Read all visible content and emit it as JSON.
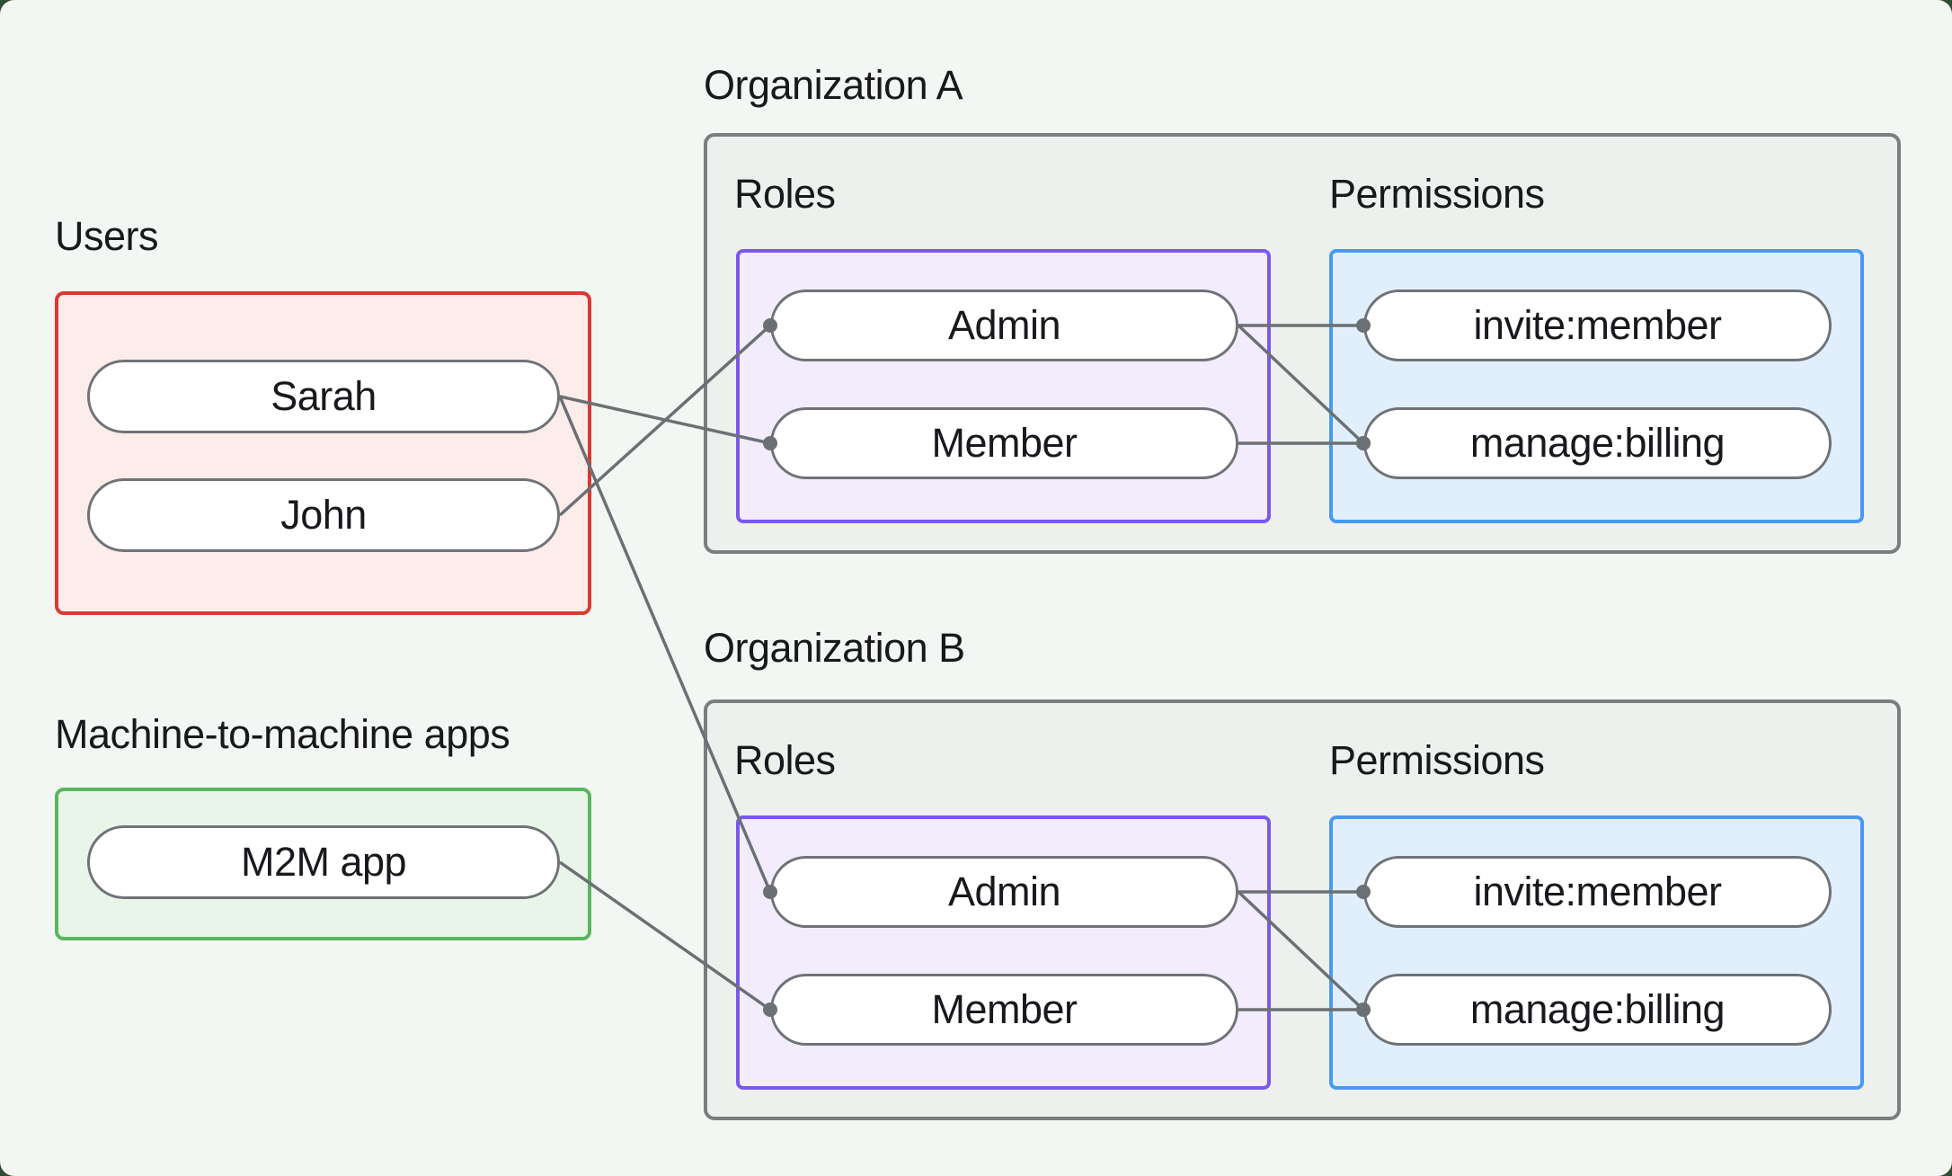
{
  "groups": {
    "users": {
      "label": "Users",
      "nodes": [
        {
          "id": "sarah",
          "label": "Sarah"
        },
        {
          "id": "john",
          "label": "John"
        }
      ]
    },
    "m2m": {
      "label": "Machine-to-machine apps",
      "nodes": [
        {
          "id": "m2m-app",
          "label": "M2M app"
        }
      ]
    },
    "orgA": {
      "title": "Organization A",
      "roles_label": "Roles",
      "permissions_label": "Permissions",
      "roles": [
        {
          "id": "orgA-admin",
          "label": "Admin"
        },
        {
          "id": "orgA-member",
          "label": "Member"
        }
      ],
      "permissions": [
        {
          "id": "orgA-invite-member",
          "label": "invite:member"
        },
        {
          "id": "orgA-manage-billing",
          "label": "manage:billing"
        }
      ]
    },
    "orgB": {
      "title": "Organization B",
      "roles_label": "Roles",
      "permissions_label": "Permissions",
      "roles": [
        {
          "id": "orgB-admin",
          "label": "Admin"
        },
        {
          "id": "orgB-member",
          "label": "Member"
        }
      ],
      "permissions": [
        {
          "id": "orgB-invite-member",
          "label": "invite:member"
        },
        {
          "id": "orgB-manage-billing",
          "label": "manage:billing"
        }
      ]
    }
  },
  "edges": [
    {
      "from": "sarah",
      "to": "orgA-member"
    },
    {
      "from": "john",
      "to": "orgA-admin"
    },
    {
      "from": "sarah",
      "to": "orgB-admin"
    },
    {
      "from": "m2m-app",
      "to": "orgB-member"
    },
    {
      "from": "orgA-admin",
      "to": "orgA-invite-member"
    },
    {
      "from": "orgA-admin",
      "to": "orgA-manage-billing"
    },
    {
      "from": "orgA-member",
      "to": "orgA-manage-billing"
    },
    {
      "from": "orgB-admin",
      "to": "orgB-invite-member"
    },
    {
      "from": "orgB-admin",
      "to": "orgB-manage-billing"
    },
    {
      "from": "orgB-member",
      "to": "orgB-manage-billing"
    }
  ],
  "colors": {
    "background": "#f4f6f3",
    "page_edge": "#2f4d36",
    "text": "#17191d",
    "org_border": "#7a7e81",
    "org_fill": "#eef0ed",
    "users_border": "#d93a31",
    "users_fill": "#fcecea",
    "m2m_border": "#57b75c",
    "m2m_fill": "#e9f5e9",
    "roles_border": "#7a58f0",
    "roles_fill": "#f2ecfc",
    "permissions_border": "#4899f4",
    "permissions_fill": "#e1effc",
    "pill_border": "#6f7377",
    "pill_fill": "#ffffff",
    "connector": "#6b7074"
  }
}
